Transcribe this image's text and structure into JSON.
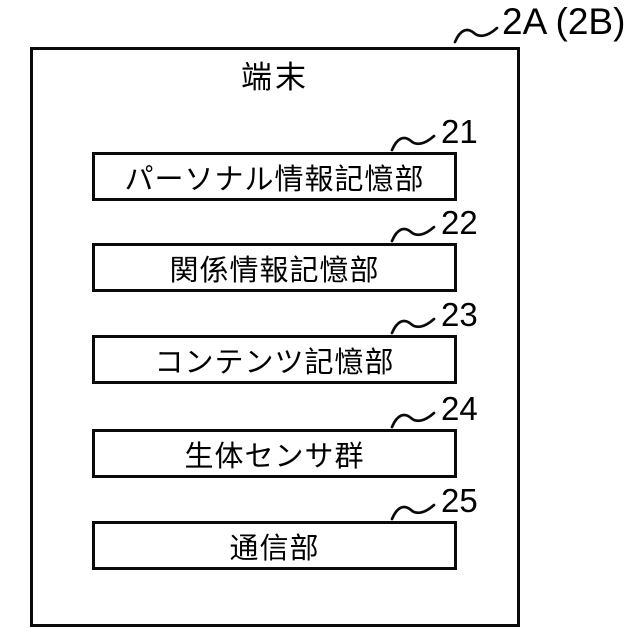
{
  "diagram": {
    "outer_ref": "2A (2B)",
    "title": "端末",
    "blocks": [
      {
        "ref": "21",
        "label": "パーソナル情報記憶部"
      },
      {
        "ref": "22",
        "label": "関係情報記憶部"
      },
      {
        "ref": "23",
        "label": "コンテンツ記憶部"
      },
      {
        "ref": "24",
        "label": "生体センサ群"
      },
      {
        "ref": "25",
        "label": "通信部"
      }
    ],
    "colors": {
      "line": "#0a0a0a",
      "background": "#ffffff"
    }
  }
}
